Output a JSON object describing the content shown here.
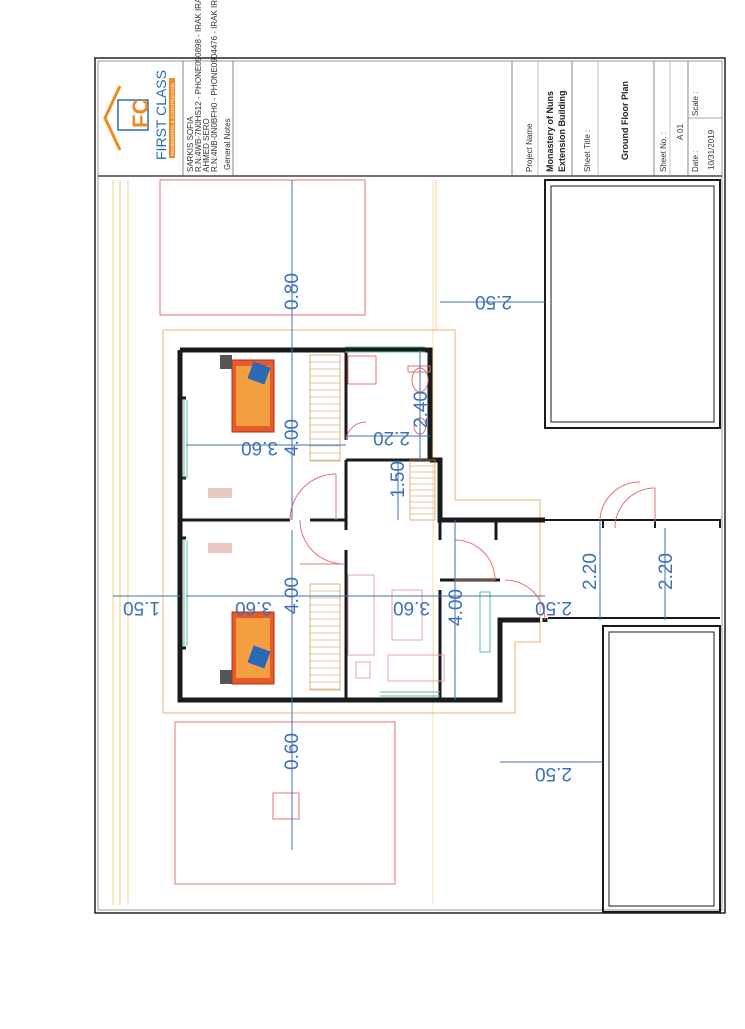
{
  "title_block": {
    "company_name": "FIRST CLASS",
    "company_tagline": "ENGINEERING & CONSTRUCTION",
    "logo_letters": "FC",
    "staff_lines": [
      "SARKIS SOFIA",
      "R.N:4WB-7N0HS12 - PHONE090898 - IRAK IRAQ",
      "AHMED SERO",
      "R.N:4NB-0N0BFH0 - PHONE0904476 - IRAK IRAQ"
    ],
    "general_notes_label": "General Notes",
    "project_name_label": "Project Name",
    "project_name_line1": "Monastery of Nuns",
    "project_name_line2": "Extension Building",
    "sheet_title_label": "Sheet Title :",
    "sheet_title_value": "Ground Floor Plan",
    "sheet_no_label": "Sheet No. :",
    "sheet_no_value": "A 01",
    "date_label": "Date :",
    "date_value": "10/31/2019",
    "scale_label": "Scale :"
  },
  "dimensions": {
    "d_080": "0.80",
    "d_250_top": "2.50",
    "d_400_a": "4.00",
    "d_360_a": "3.60",
    "d_220_a": "2.20",
    "d_240": "2.40",
    "d_150_mid": "1.50",
    "d_220_b": "2.20",
    "d_220_c": "2.20",
    "d_150_left": "1.50",
    "d_360_b": "3.60",
    "d_400_b": "4.00",
    "d_360_c": "3.60",
    "d_400_c": "4.00",
    "d_250_mid": "2.50",
    "d_060": "0.60",
    "d_250_bottom": "2.50"
  },
  "colors": {
    "dimension_blue": "#3f6fb6",
    "wall_black": "#1a1a1a",
    "site_red": "#e87070",
    "setback_orange": "#f0b070",
    "guide_yellow": "#e8d870",
    "window_green": "#5cb8a8",
    "logo_orange": "#f08a24",
    "logo_blue": "#2a6ab5"
  }
}
